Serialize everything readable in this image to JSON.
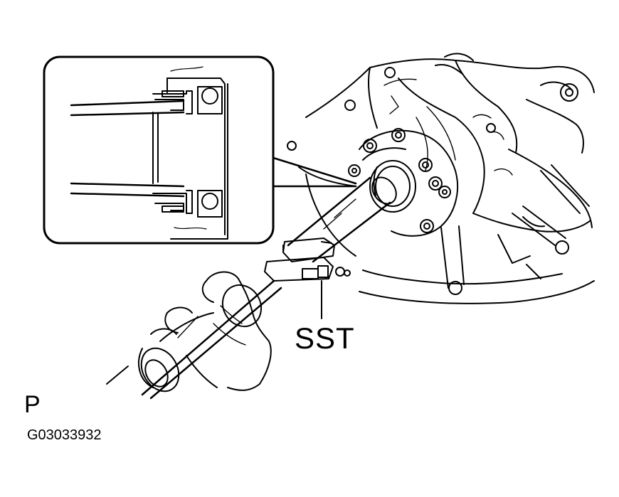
{
  "labels": {
    "tool": "SST",
    "view": "P",
    "figure_id": "G03033932"
  },
  "colors": {
    "line": "#000000",
    "background": "#ffffff"
  }
}
